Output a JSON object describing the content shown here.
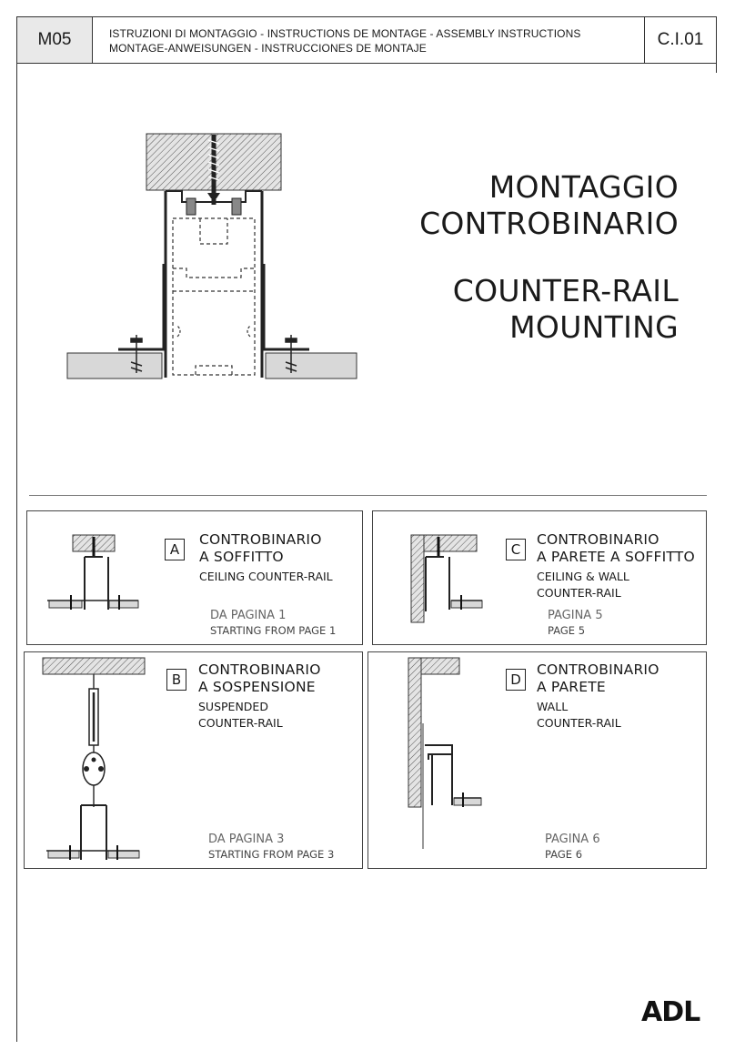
{
  "header": {
    "code": "M05",
    "line1": "ISTRUZIONI DI MONTAGGIO - INSTRUCTIONS DE MONTAGE - ASSEMBLY INSTRUCTIONS",
    "line2": "MONTAGE-ANWEISUNGEN - INSTRUCCIONES DE MONTAJE",
    "ref": "C.I.01"
  },
  "title": {
    "it_line1": "MONTAGGIO",
    "it_line2": "CONTROBINARIO",
    "en_line1": "COUNTER-RAIL",
    "en_line2": "MOUNTING"
  },
  "cards": {
    "a": {
      "letter": "A",
      "it1": "CONTROBINARIO",
      "it2": "A SOFFITTO",
      "en1": "CEILING COUNTER-RAIL",
      "en2": "",
      "page_it": "DA PAGINA 1",
      "page_en": "STARTING FROM PAGE 1"
    },
    "c": {
      "letter": "C",
      "it1": "CONTROBINARIO",
      "it2": "A PARETE A SOFFITTO",
      "en1": "CEILING &  WALL",
      "en2": "COUNTER-RAIL",
      "page_it": "PAGINA 5",
      "page_en": "PAGE 5"
    },
    "b": {
      "letter": "B",
      "it1": "CONTROBINARIO",
      "it2": "A SOSPENSIONE",
      "en1": "SUSPENDED",
      "en2": "COUNTER-RAIL",
      "page_it": "DA PAGINA 3",
      "page_en": "STARTING FROM PAGE 3"
    },
    "d": {
      "letter": "D",
      "it1": "CONTROBINARIO",
      "it2": "A PARETE",
      "en1": "WALL",
      "en2": "COUNTER-RAIL",
      "page_it": "PAGINA 6",
      "page_en": "PAGE 6"
    }
  },
  "logo": "ADL"
}
